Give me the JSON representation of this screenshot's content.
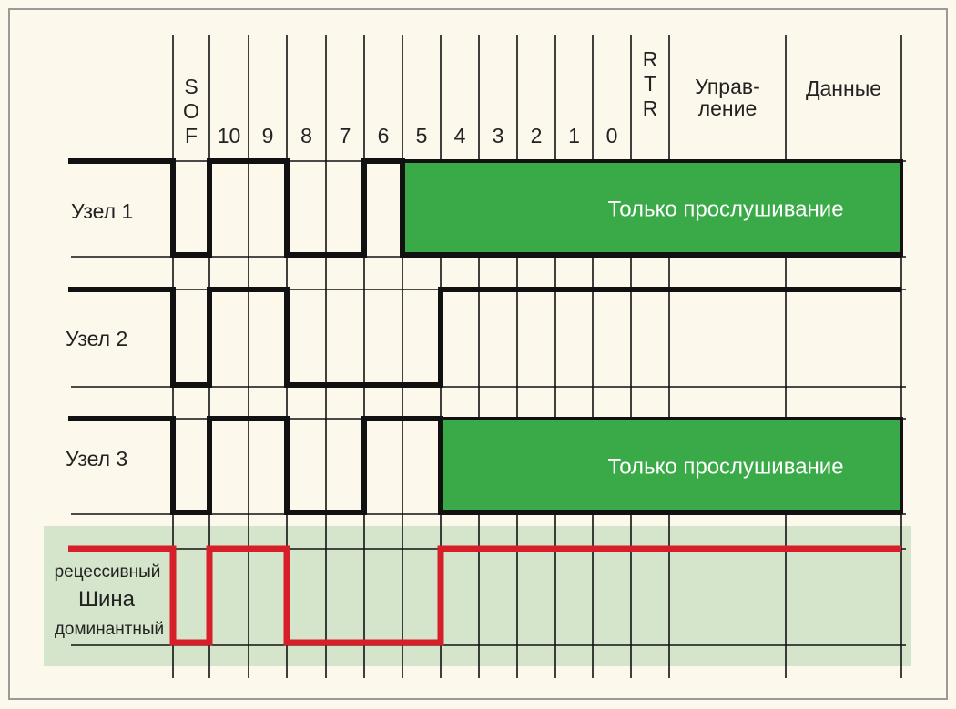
{
  "columns": [
    "SOF",
    "10",
    "9",
    "8",
    "7",
    "6",
    "5",
    "4",
    "3",
    "2",
    "1",
    "0",
    "RTR",
    "Управ-ление",
    "Данные"
  ],
  "column_header_lines": [
    [
      "S",
      "O",
      "F"
    ],
    [
      "10"
    ],
    [
      "9"
    ],
    [
      "8"
    ],
    [
      "7"
    ],
    [
      "6"
    ],
    [
      "5"
    ],
    [
      "4"
    ],
    [
      "3"
    ],
    [
      "2"
    ],
    [
      "1"
    ],
    [
      "0"
    ],
    [
      "R",
      "T",
      "R"
    ],
    [
      "Управ-",
      "ление"
    ],
    [
      "Данные"
    ]
  ],
  "nodes": [
    {
      "label": "Узел 1",
      "levels": [
        1,
        0,
        1,
        1,
        0,
        0,
        1,
        "L",
        "L",
        "L",
        "L",
        "L",
        "L",
        "L",
        "L",
        "L"
      ],
      "listen_label": "Только прослушивание"
    },
    {
      "label": "Узел 2",
      "levels": [
        1,
        0,
        1,
        1,
        0,
        0,
        0,
        0,
        1,
        1,
        1,
        1,
        1,
        1,
        1,
        1
      ]
    },
    {
      "label": "Узел 3",
      "levels": [
        1,
        0,
        1,
        1,
        0,
        0,
        1,
        1,
        "L",
        "L",
        "L",
        "L",
        "L",
        "L",
        "L",
        "L"
      ],
      "listen_label": "Только прослушивание"
    }
  ],
  "bus": {
    "label": "Шина",
    "recessive_label": "рецессивный",
    "dominant_label": "доминантный",
    "levels": [
      1,
      0,
      1,
      1,
      0,
      0,
      0,
      0,
      1,
      1,
      1,
      1,
      1,
      1,
      1,
      1
    ]
  },
  "colors": {
    "background": "#fdf8ec",
    "listen": "#3aaa49",
    "bus_bg": "#d4e5cb",
    "bus_line": "#d71f2a",
    "line": "#111111",
    "border": "#9a9a9a"
  }
}
